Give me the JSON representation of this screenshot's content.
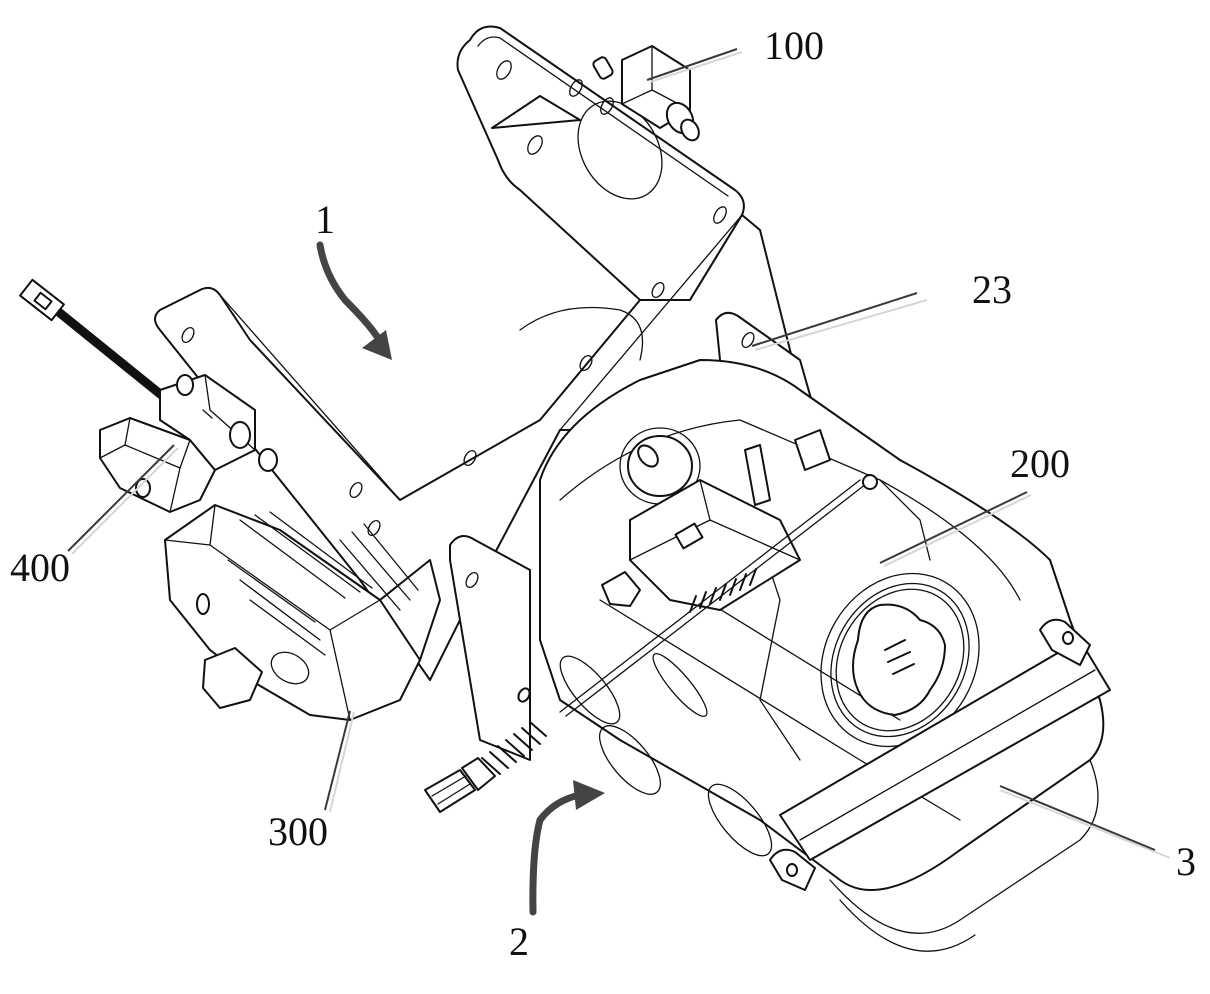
{
  "figure": {
    "type": "patent-drawing",
    "description": "Isometric line drawing of a bracket assembly with mounted components and a tank"
  },
  "labels": {
    "l100": "100",
    "l1": "1",
    "l23": "23",
    "l200": "200",
    "l400": "400",
    "l300": "300",
    "l2": "2",
    "l3": "3"
  },
  "colors": {
    "line": "#111111",
    "leader": "#3a3a3a",
    "arrow": "#444444",
    "background": "#ffffff"
  }
}
